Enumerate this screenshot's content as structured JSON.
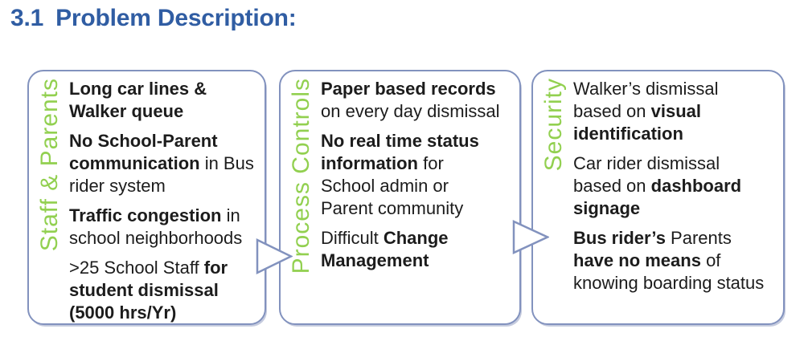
{
  "heading": {
    "number": "3.1",
    "title": "Problem Description:"
  },
  "colors": {
    "heading-blue": "#305DA3",
    "label-green": "#92D050",
    "box-border": "#8292BE",
    "body-text": "#1c1c1c"
  },
  "boxes": [
    {
      "label": "Staff & Parents",
      "items": [
        {
          "segments": [
            {
              "text": "Long car lines & Walker queue",
              "bold": true
            }
          ]
        },
        {
          "segments": [
            {
              "text": "No School-Parent communication",
              "bold": true
            },
            {
              "text": " in Bus rider system",
              "bold": false
            }
          ]
        },
        {
          "segments": [
            {
              "text": "Traffic congestion",
              "bold": true
            },
            {
              "text": " in school neighborhoods",
              "bold": false
            }
          ]
        },
        {
          "segments": [
            {
              "text": ">25 School Staff ",
              "bold": false
            },
            {
              "text": "for student dismissal (5000 hrs/Yr)",
              "bold": true
            }
          ]
        }
      ]
    },
    {
      "label": "Process Controls",
      "items": [
        {
          "segments": [
            {
              "text": "Paper based records",
              "bold": true
            },
            {
              "text": " on every day dismissal",
              "bold": false
            }
          ]
        },
        {
          "segments": [
            {
              "text": "No real time status information",
              "bold": true
            },
            {
              "text": " for School admin or Parent community",
              "bold": false
            }
          ]
        },
        {
          "segments": [
            {
              "text": "Difficult ",
              "bold": false
            },
            {
              "text": "Change Management",
              "bold": true
            }
          ]
        }
      ]
    },
    {
      "label": "Security",
      "items": [
        {
          "segments": [
            {
              "text": "Walker’s dismissal based on ",
              "bold": false
            },
            {
              "text": "visual identification",
              "bold": true
            }
          ]
        },
        {
          "segments": [
            {
              "text": "Car rider dismissal based on ",
              "bold": false
            },
            {
              "text": "dashboard signage",
              "bold": true
            }
          ]
        },
        {
          "segments": [
            {
              "text": "Bus rider’s",
              "bold": true
            },
            {
              "text": " Parents ",
              "bold": false
            },
            {
              "text": "have no means",
              "bold": true
            },
            {
              "text": " of knowing boarding status",
              "bold": false
            }
          ]
        }
      ]
    }
  ],
  "arrows": [
    {
      "name": "flow-arrow-right-1"
    },
    {
      "name": "flow-arrow-right-2"
    }
  ]
}
